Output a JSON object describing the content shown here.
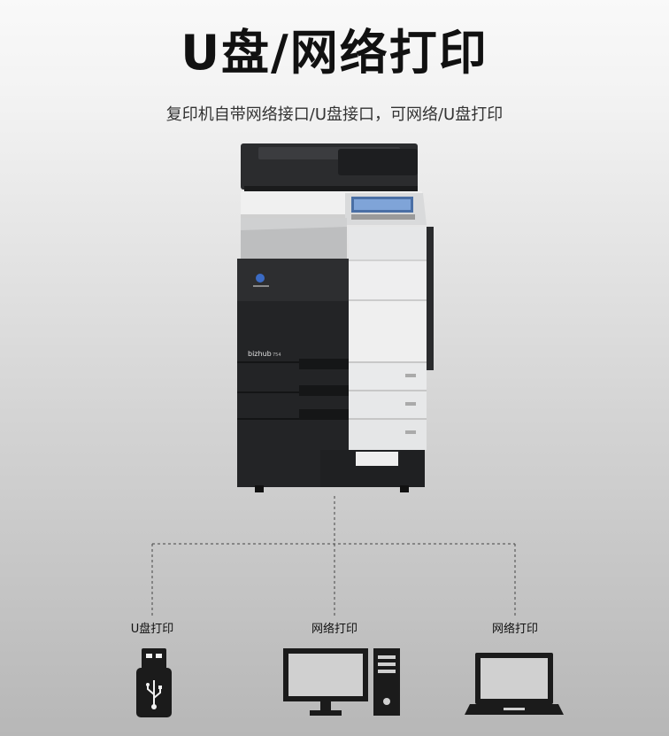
{
  "header": {
    "title": "U盘/网络打印",
    "subtitle": "复印机自带网络接口/U盘接口，可网络/U盘打印"
  },
  "printer": {
    "brand_label": "bizhub",
    "model_label": "754"
  },
  "devices": [
    {
      "label": "U盘打印",
      "icon": "usb-drive-icon"
    },
    {
      "label": "网络打印",
      "icon": "desktop-computer-icon"
    },
    {
      "label": "网络打印",
      "icon": "laptop-icon"
    }
  ],
  "colors": {
    "title": "#111111",
    "printer_body": "#232426",
    "printer_panel": "#e9eaeb"
  }
}
